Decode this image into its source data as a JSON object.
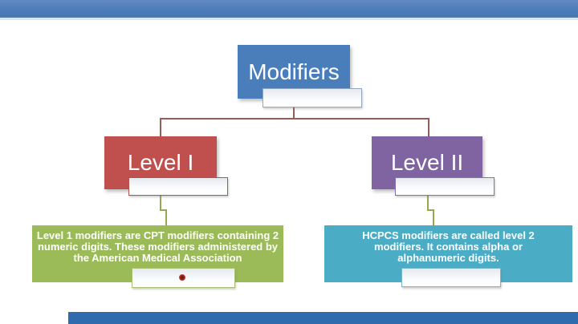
{
  "slide": {
    "top_bar_color": "#4677b3",
    "footer_bar_color": "#2f6bad",
    "background_color": "#ffffff"
  },
  "diagram": {
    "root": {
      "label": "Modifiers",
      "color": "#4a7ebb",
      "text_color": "#ffffff"
    },
    "level1": {
      "label": "Level I",
      "color": "#c0504d",
      "text_color": "#ffffff"
    },
    "level2": {
      "label": "Level II",
      "color": "#8064a2",
      "text_color": "#ffffff"
    },
    "level1_description": {
      "text": "Level 1 modifiers are CPT modifiers containing 2 numeric digits. These modifiers administered by the American Medical Association",
      "color": "#9bbb59",
      "text_color": "#ffffff"
    },
    "level2_description": {
      "text": "HCPCS modifiers are called level 2 modifiers. It contains alpha or alphanumeric digits.",
      "color": "#4bacc6",
      "text_color": "#ffffff"
    },
    "connectors": {
      "upper_color": "#9a5a55",
      "lower_color": "#93a851"
    },
    "marker": {
      "shape": "red-dot",
      "color": "#a02520"
    }
  }
}
